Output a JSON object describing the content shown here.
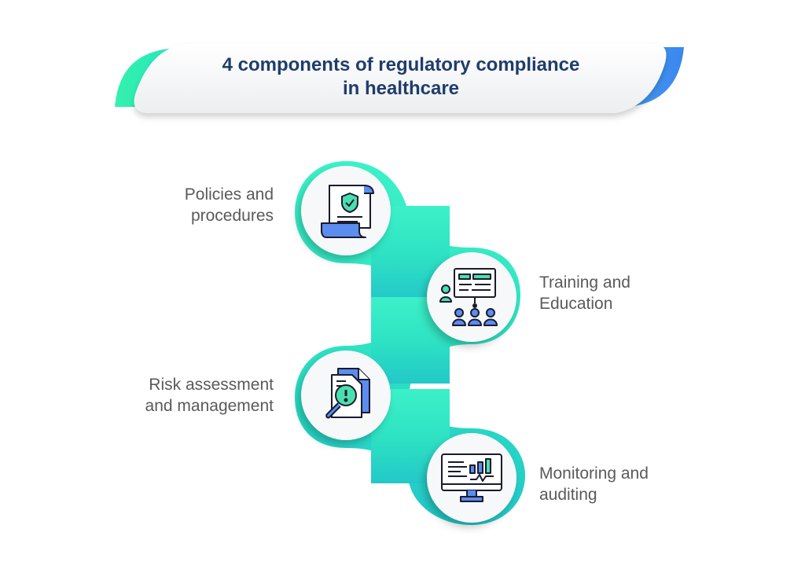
{
  "title": {
    "line1": "4 components of regulatory compliance",
    "line2": "in healthcare"
  },
  "colors": {
    "title": "#1f3d6b",
    "label": "#5a5a5a",
    "accent_green": "#2ef0b0",
    "accent_blue": "#3f8ff0",
    "teal": "#28d3c1",
    "icon_blue": "#5b8def",
    "icon_green": "#49e0b0"
  },
  "components": [
    {
      "label": "Policies and\nprocedures",
      "icon": "policy-document-shield-icon"
    },
    {
      "label": "Training and\nEducation",
      "icon": "training-presentation-icon"
    },
    {
      "label": "Risk assessment\nand management",
      "icon": "risk-magnifier-document-icon"
    },
    {
      "label": "Monitoring and\nauditing",
      "icon": "monitoring-screen-icon"
    }
  ]
}
